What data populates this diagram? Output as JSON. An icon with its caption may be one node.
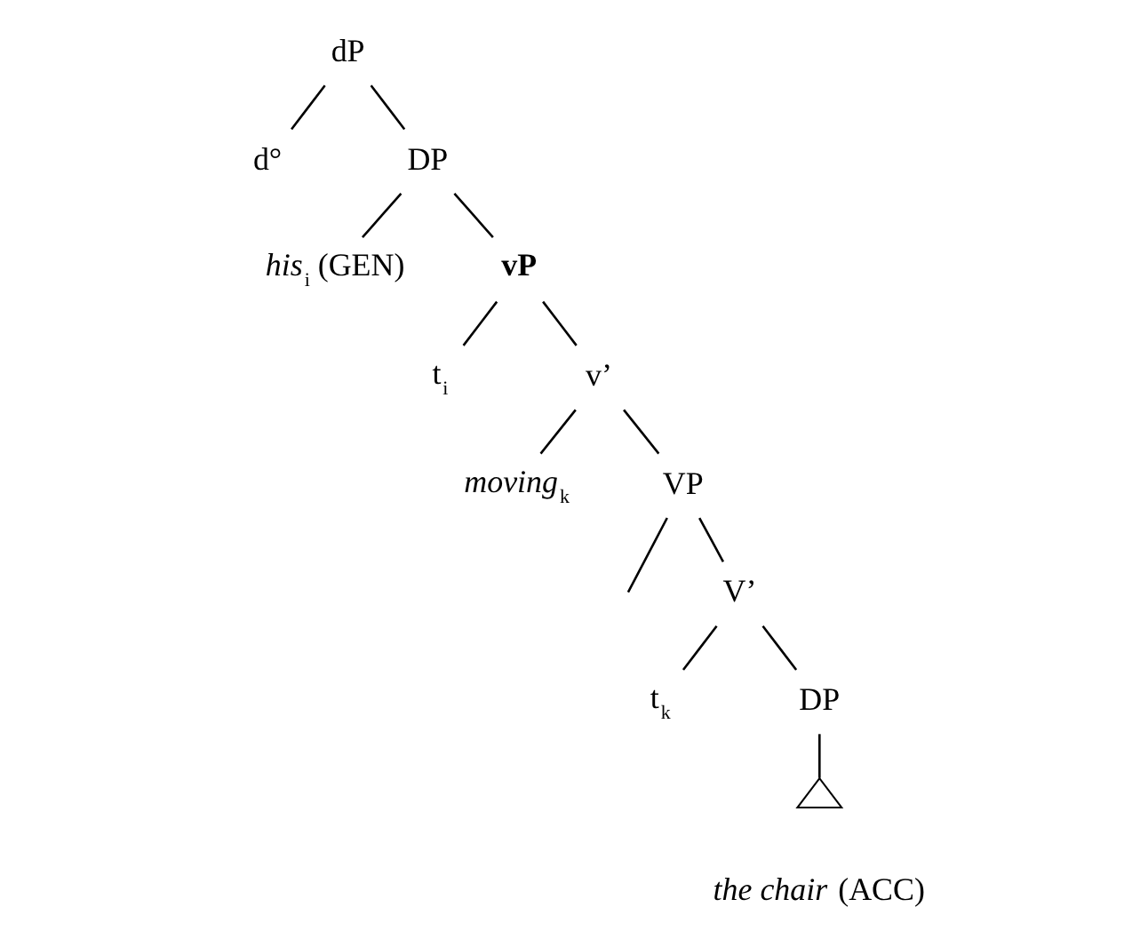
{
  "diagram": {
    "nodes": [
      {
        "text": [
          "dP"
        ]
      },
      {
        "text": [
          "d°"
        ]
      },
      {
        "text": [
          "DP"
        ]
      },
      {
        "text": [
          "*his*$_{i}$ (GEN)"
        ]
      },
      {
        "text": [
          "vP"
        ]
      },
      {
        "text": [
          "t$_{i}$"
        ]
      },
      {
        "text": [
          "v’"
        ]
      },
      {
        "text": [
          "*moving*$_{k}$"
        ]
      },
      {
        "text": [
          "VP"
        ]
      },
      {
        "text": [
          "V’"
        ]
      },
      {
        "text": [
          "t$_{k}$"
        ]
      },
      {
        "text": [
          "DP"
        ]
      },
      {
        "text": [],
        "shape": "triangle",
        "beside": [
          "*the chair* (ACC)"
        ]
      }
    ],
    "edges": [
      {
        "from": 0,
        "to": 1,
        "arrow": "none"
      },
      {
        "from": 0,
        "to": 2,
        "arrow": "none"
      },
      {
        "from": 2,
        "to": 3,
        "arrow": "none"
      },
      {
        "from": 2,
        "to": 4,
        "arrow": "none"
      },
      {
        "from": 4,
        "to": 5,
        "arrow": "none"
      },
      {
        "from": 4,
        "to": 6,
        "arrow": "none"
      },
      {
        "from": 6,
        "to": 7,
        "arrow": "none"
      },
      {
        "from": 6,
        "to": 8,
        "arrow": "none"
      },
      {
        "from": 8,
        "to": null,
        "arrow": "none"
      },
      {
        "from": 8,
        "to": 9,
        "arrow": "none"
      },
      {
        "from": 9,
        "to": 10,
        "arrow": "none"
      },
      {
        "from": 9,
        "to": 11,
        "arrow": "none"
      },
      {
        "from": 11,
        "to": 12,
        "arrow": "none"
      }
    ]
  }
}
